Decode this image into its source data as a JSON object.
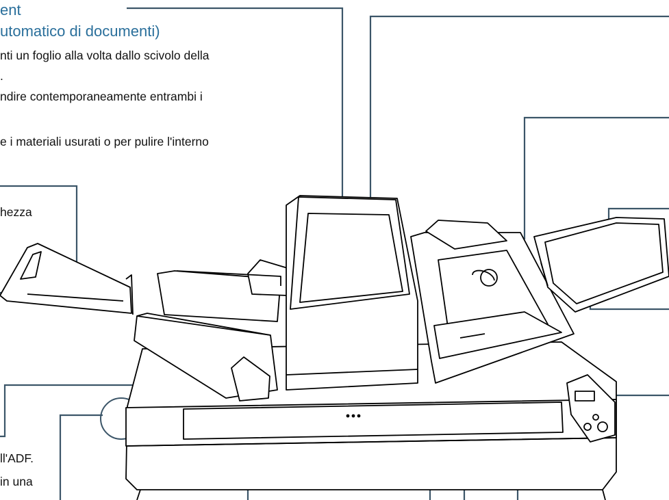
{
  "section": {
    "title_line1": "ent",
    "title_line2": "utomatico di documenti)"
  },
  "description": [
    "nti un foglio alla volta dallo scivolo della",
    ".",
    "ndire contemporaneamente entrambi i",
    "e i materiali usurati o per pulire l'interno"
  ],
  "callouts": {
    "width_fragment": "hezza",
    "adf_fragment": "ll'ADF.",
    "in_una_fragment": "in una"
  },
  "colors": {
    "heading": "#2a6f9b",
    "leader_line": "#3b5568",
    "text": "#111111",
    "outline": "#000000"
  }
}
